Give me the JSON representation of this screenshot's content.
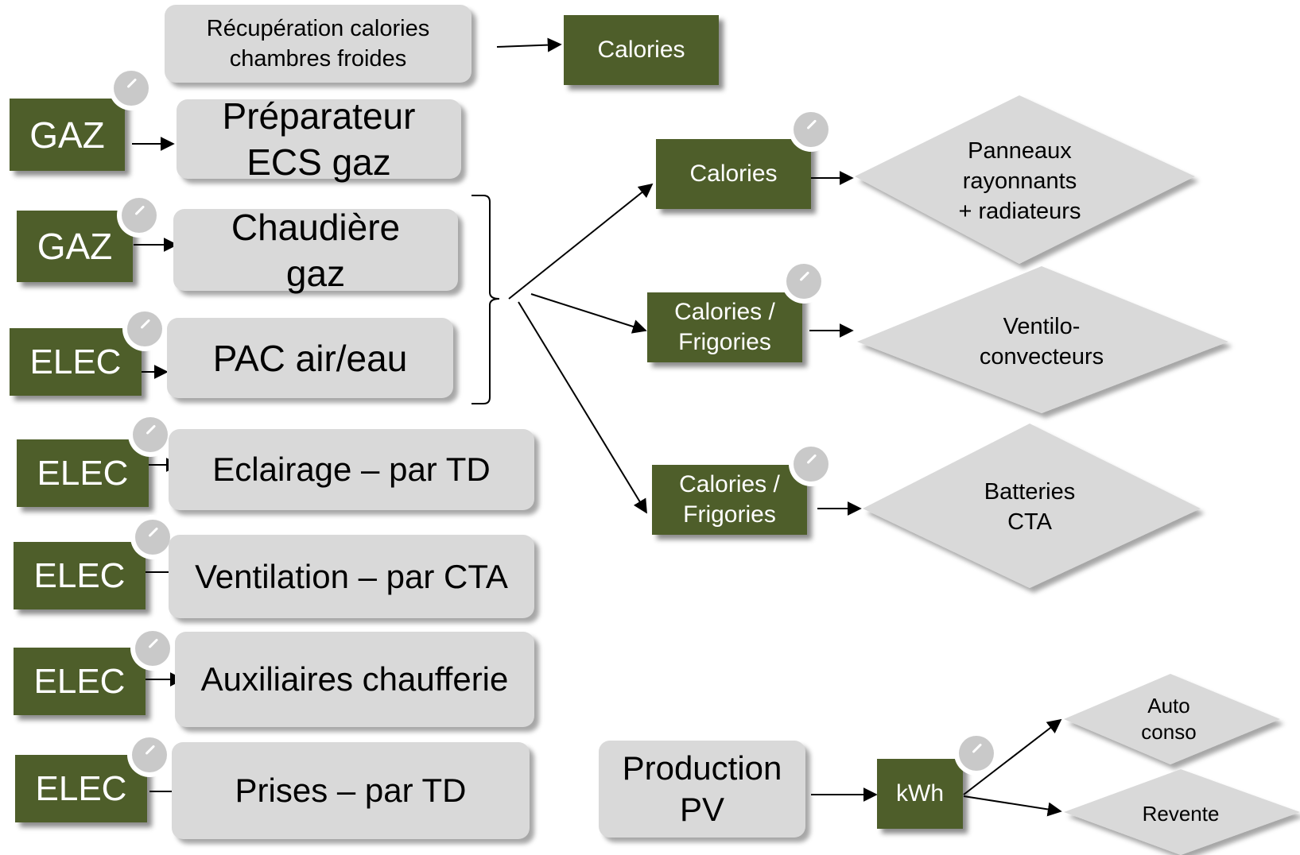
{
  "colors": {
    "green": "#4e5e2a",
    "box": "#d9d9d9",
    "diamond": "#d9d9d9"
  },
  "top": {
    "recup_label": "Récupération calories\nchambres froides",
    "calories_label": "Calories"
  },
  "energy_labels": {
    "gaz_ecs": "GAZ",
    "gaz_chaudiere": "GAZ",
    "elec_pac": "ELEC",
    "elec_eclairage": "ELEC",
    "elec_ventilation": "ELEC",
    "elec_auxiliaires": "ELEC",
    "elec_prises": "ELEC"
  },
  "equipment": {
    "preparateur_ecs": "Préparateur\nECS gaz",
    "chaudiere": "Chaudière\ngaz",
    "pac": "PAC air/eau",
    "eclairage": "Eclairage – par TD",
    "ventilation": "Ventilation – par CTA",
    "auxiliaires": "Auxiliaires chaufferie",
    "prises": "Prises – par TD"
  },
  "outputs": {
    "calories": "Calories",
    "calories_frigories_1": "Calories /\nFrigories",
    "calories_frigories_2": "Calories /\nFrigories"
  },
  "emitters": {
    "panneaux": "Panneaux\nrayonnants\n+ radiateurs",
    "ventilo": "Ventilo-\nconvecteurs",
    "batteries": "Batteries\nCTA"
  },
  "pv": {
    "production": "Production\nPV",
    "kwh": "kWh",
    "autoconso": "Auto\nconso",
    "revente": "Revente"
  },
  "icons": {
    "meter": "meter-gauge-icon"
  }
}
